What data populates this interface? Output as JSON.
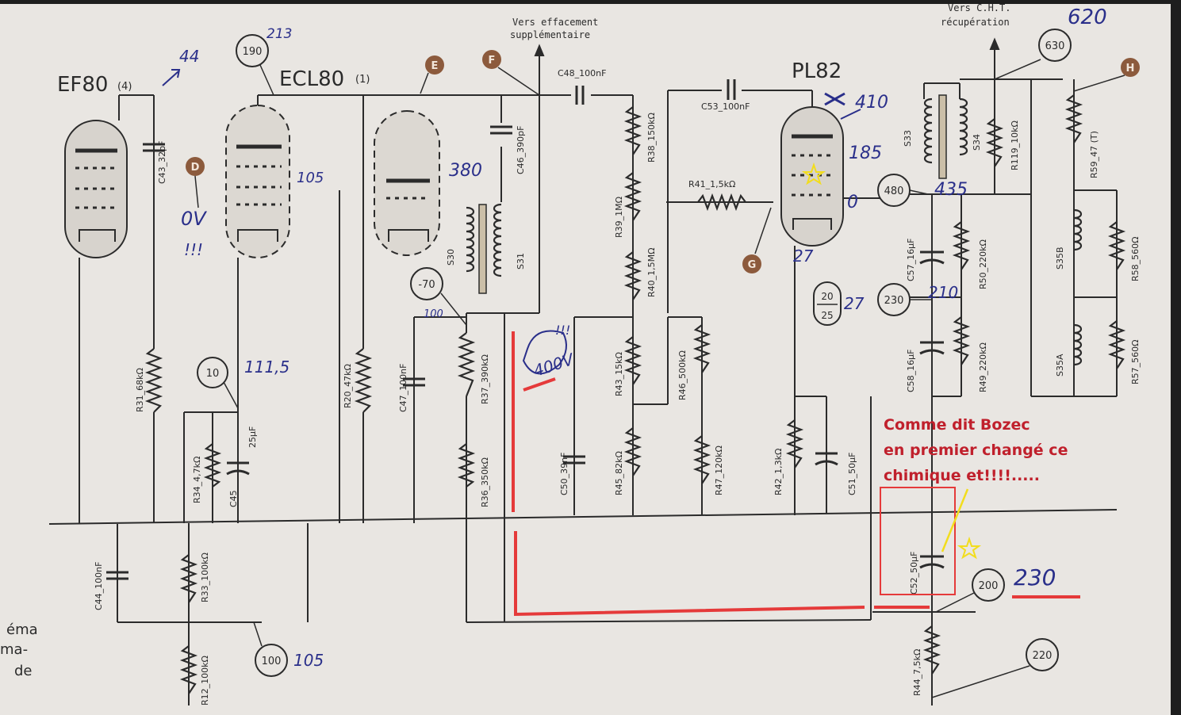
{
  "tubes": {
    "ef80": "EF80",
    "ef80_suffix": "(4)",
    "ecl80": "ECL80",
    "ecl80_suffix": "(1)",
    "pl82": "PL82"
  },
  "top_notes": {
    "effacement_line1": "Vers effacement",
    "effacement_line2": "supplémentaire",
    "recuperation_line1": "Vers C.H.T.",
    "recuperation_line2": "récupération"
  },
  "test_points": {
    "p190": "190",
    "pE": "E",
    "pF": "F",
    "pD": "D",
    "pG": "G",
    "pH": "H",
    "p630": "630",
    "p480": "480",
    "p230": "230",
    "p10": "10",
    "pm70": "-70",
    "p100": "100",
    "p200": "200",
    "p220": "220",
    "p20_top": "20",
    "p20_bottom": "25"
  },
  "components": {
    "c43": "C43_32pF",
    "c48": "C48_100nF",
    "c46": "C46_390pF",
    "c53": "C53_100nF",
    "r38": "R38_150kΩ",
    "r39": "R39_1MΩ",
    "r40": "R40_1,5MΩ",
    "r41": "R41_1,5kΩ",
    "s33": "S33",
    "s34": "S34",
    "r119": "R119_10kΩ",
    "r59": "R59_47 (T)",
    "s30": "S30",
    "s31": "S31",
    "c57": "C57_16µF",
    "r50": "R50_220kΩ",
    "s35b": "S35B",
    "r58": "R58_560Ω",
    "r31": "R31_68kΩ",
    "r20": "R20_47kΩ",
    "c47": "C47_100nF",
    "r37": "R37_390kΩ",
    "r43": "R43_15kΩ",
    "r46": "R46_500kΩ",
    "c58": "C58_16µF",
    "r49": "R49_220kΩ",
    "s35a": "S35A",
    "r57": "R57_560Ω",
    "r34": "R34_4,7kΩ",
    "c45": "C45",
    "c45_val": "25µF",
    "r36": "R36_350kΩ",
    "c50": "C50_39nF",
    "r45": "R45_82kΩ",
    "r47": "R47_120kΩ",
    "r42": "R42_1,3kΩ",
    "c51": "C51_50µF",
    "c44": "C44_100nF",
    "r33": "R33_100kΩ",
    "c52": "C52_50µF",
    "r12": "R12_100kΩ",
    "r44": "R44_7,5kΩ"
  },
  "handwritten": {
    "n44": "44",
    "n213": "213",
    "n105a": "105",
    "n0v": "0V",
    "n0v_marks": "!!!",
    "n380": "380",
    "n410": "410",
    "n185": "185",
    "n0": "0",
    "n435": "435",
    "n27a": "27",
    "n27b": "27",
    "n210": "210",
    "n1115": "111,5",
    "n100": "100",
    "n400v": "400V",
    "n400v_marks": "!!!",
    "n105b": "105",
    "n230": "230",
    "n620": "620"
  },
  "side_text": {
    "line1": "éma",
    "line2": "ma-",
    "line3": "de"
  },
  "annotation": {
    "line1": "Comme dit Bozec",
    "line2": "en premier changé ce",
    "line3": "chimique et!!!!....."
  },
  "colors": {
    "paper": "#e9e6e2",
    "ink": "#2b2b2b",
    "pen": "#2a2f8a",
    "red": "#e53a3a",
    "yellow": "#f2dd1d",
    "annotation": "#c0202c",
    "tube_fill": "#d7d3cd"
  }
}
